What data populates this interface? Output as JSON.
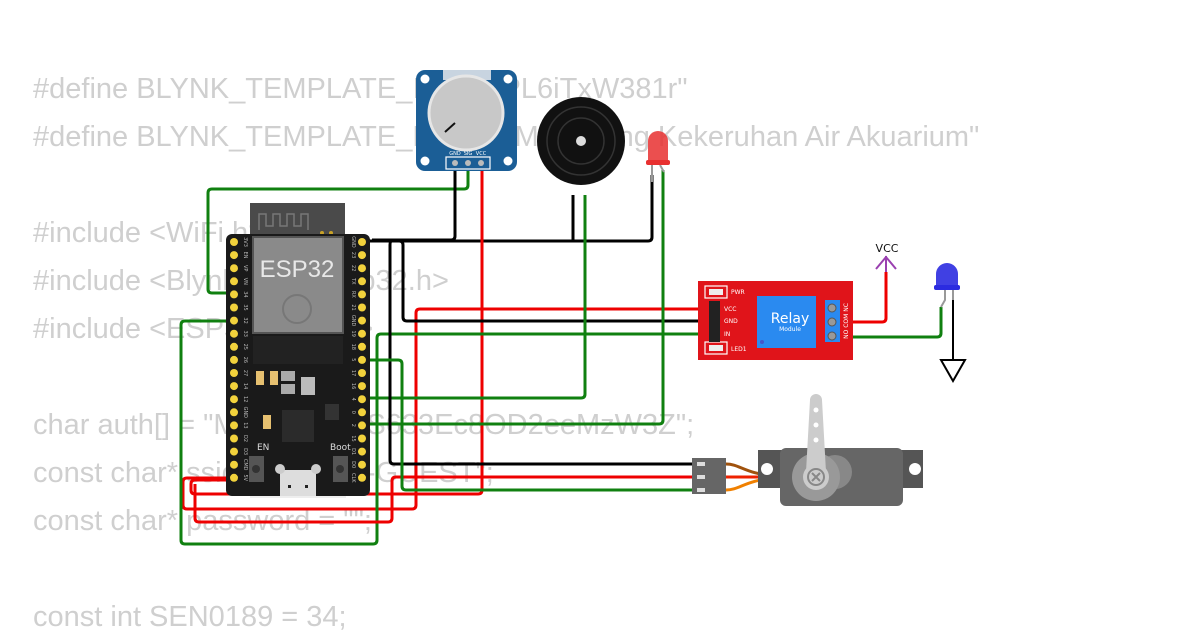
{
  "code_lines": [
    "#define BLYNK_TEMPLATE_ID \"TMPL6iTxW381r\"",
    "#define BLYNK_TEMPLATE_NAME \"Monitoring Kekeruhan Air Akuarium\"",
    "",
    "#include <WiFi.h>",
    "#include <BlynkSimpleEsp32.h>",
    "#include <ESP32Servo.h>",
    "",
    "char auth[] = \"MjWGc6NRS633Ec8OD2eeMzW3Z\";",
    "const char* ssid = \"Wokwi-GUEST\";",
    "const char* password = \"\";",
    "",
    "const int SEN0189 = 34;"
  ],
  "esp32": {
    "label": "ESP32",
    "en_label": "EN",
    "boot_label": "Boot",
    "left_pins": [
      "3V3",
      "EN",
      "VP",
      "VN",
      "34",
      "35",
      "32",
      "33",
      "25",
      "26",
      "27",
      "14",
      "12",
      "GND",
      "13",
      "D2",
      "D3",
      "CMD",
      "5V"
    ],
    "right_pins": [
      "GND",
      "23",
      "22",
      "TX",
      "RX",
      "21",
      "GND",
      "19",
      "18",
      "5",
      "17",
      "16",
      "4",
      "0",
      "2",
      "15",
      "D1",
      "D0",
      "CLK"
    ]
  },
  "potentiometer": {
    "pins": [
      "GND",
      "SIG",
      "VCC"
    ]
  },
  "relay": {
    "title": "Relay",
    "subtitle": "Module",
    "pins": [
      "VCC",
      "GND",
      "IN"
    ],
    "pwr_label": "PWR",
    "led_label": "LED1",
    "terminal_labels": [
      "NC",
      "COM",
      "NO"
    ]
  },
  "vcc_label": "VCC",
  "colors": {
    "wire_red": "#ee0000",
    "wire_green": "#108010",
    "wire_black": "#000000",
    "board": "#1a1a1a",
    "pin": "#f2d23c",
    "pot_board": "#1b5e96",
    "relay_board": "#e0141a",
    "relay_block": "#2a8af0",
    "led_red": "#e83030",
    "led_blue": "#2b2be0",
    "servo": "#666666",
    "vcc_arrow": "#9a40b0"
  }
}
